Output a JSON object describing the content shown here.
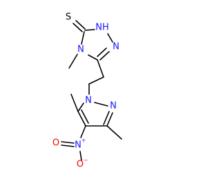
{
  "molecule": {
    "atoms": {
      "s": {
        "text": "S",
        "color": "#000000"
      },
      "nh": {
        "text": "NH",
        "color": "#1515ff"
      },
      "n_triazole_right": {
        "text": "N",
        "color": "#1515ff"
      },
      "n_methyl": {
        "text": "N",
        "color": "#1515ff"
      },
      "n_pyrazole_1": {
        "text": "N",
        "color": "#1515ff"
      },
      "n_pyrazole_2": {
        "text": "N",
        "color": "#1515ff"
      },
      "n_nitro": {
        "text": "N",
        "color": "#1515ff"
      },
      "n_nitro_charge": {
        "text": "+",
        "color": "#1515ff"
      },
      "o_double": {
        "text": "O",
        "color": "#ff0000"
      },
      "o_single": {
        "text": "O",
        "color": "#ff0000"
      },
      "o_single_charge": {
        "text": "−",
        "color": "#ff0000"
      }
    },
    "colors": {
      "bond": "#000000",
      "nitrogen": "#1515ff",
      "oxygen": "#ff0000",
      "sulfur": "#000000"
    }
  }
}
